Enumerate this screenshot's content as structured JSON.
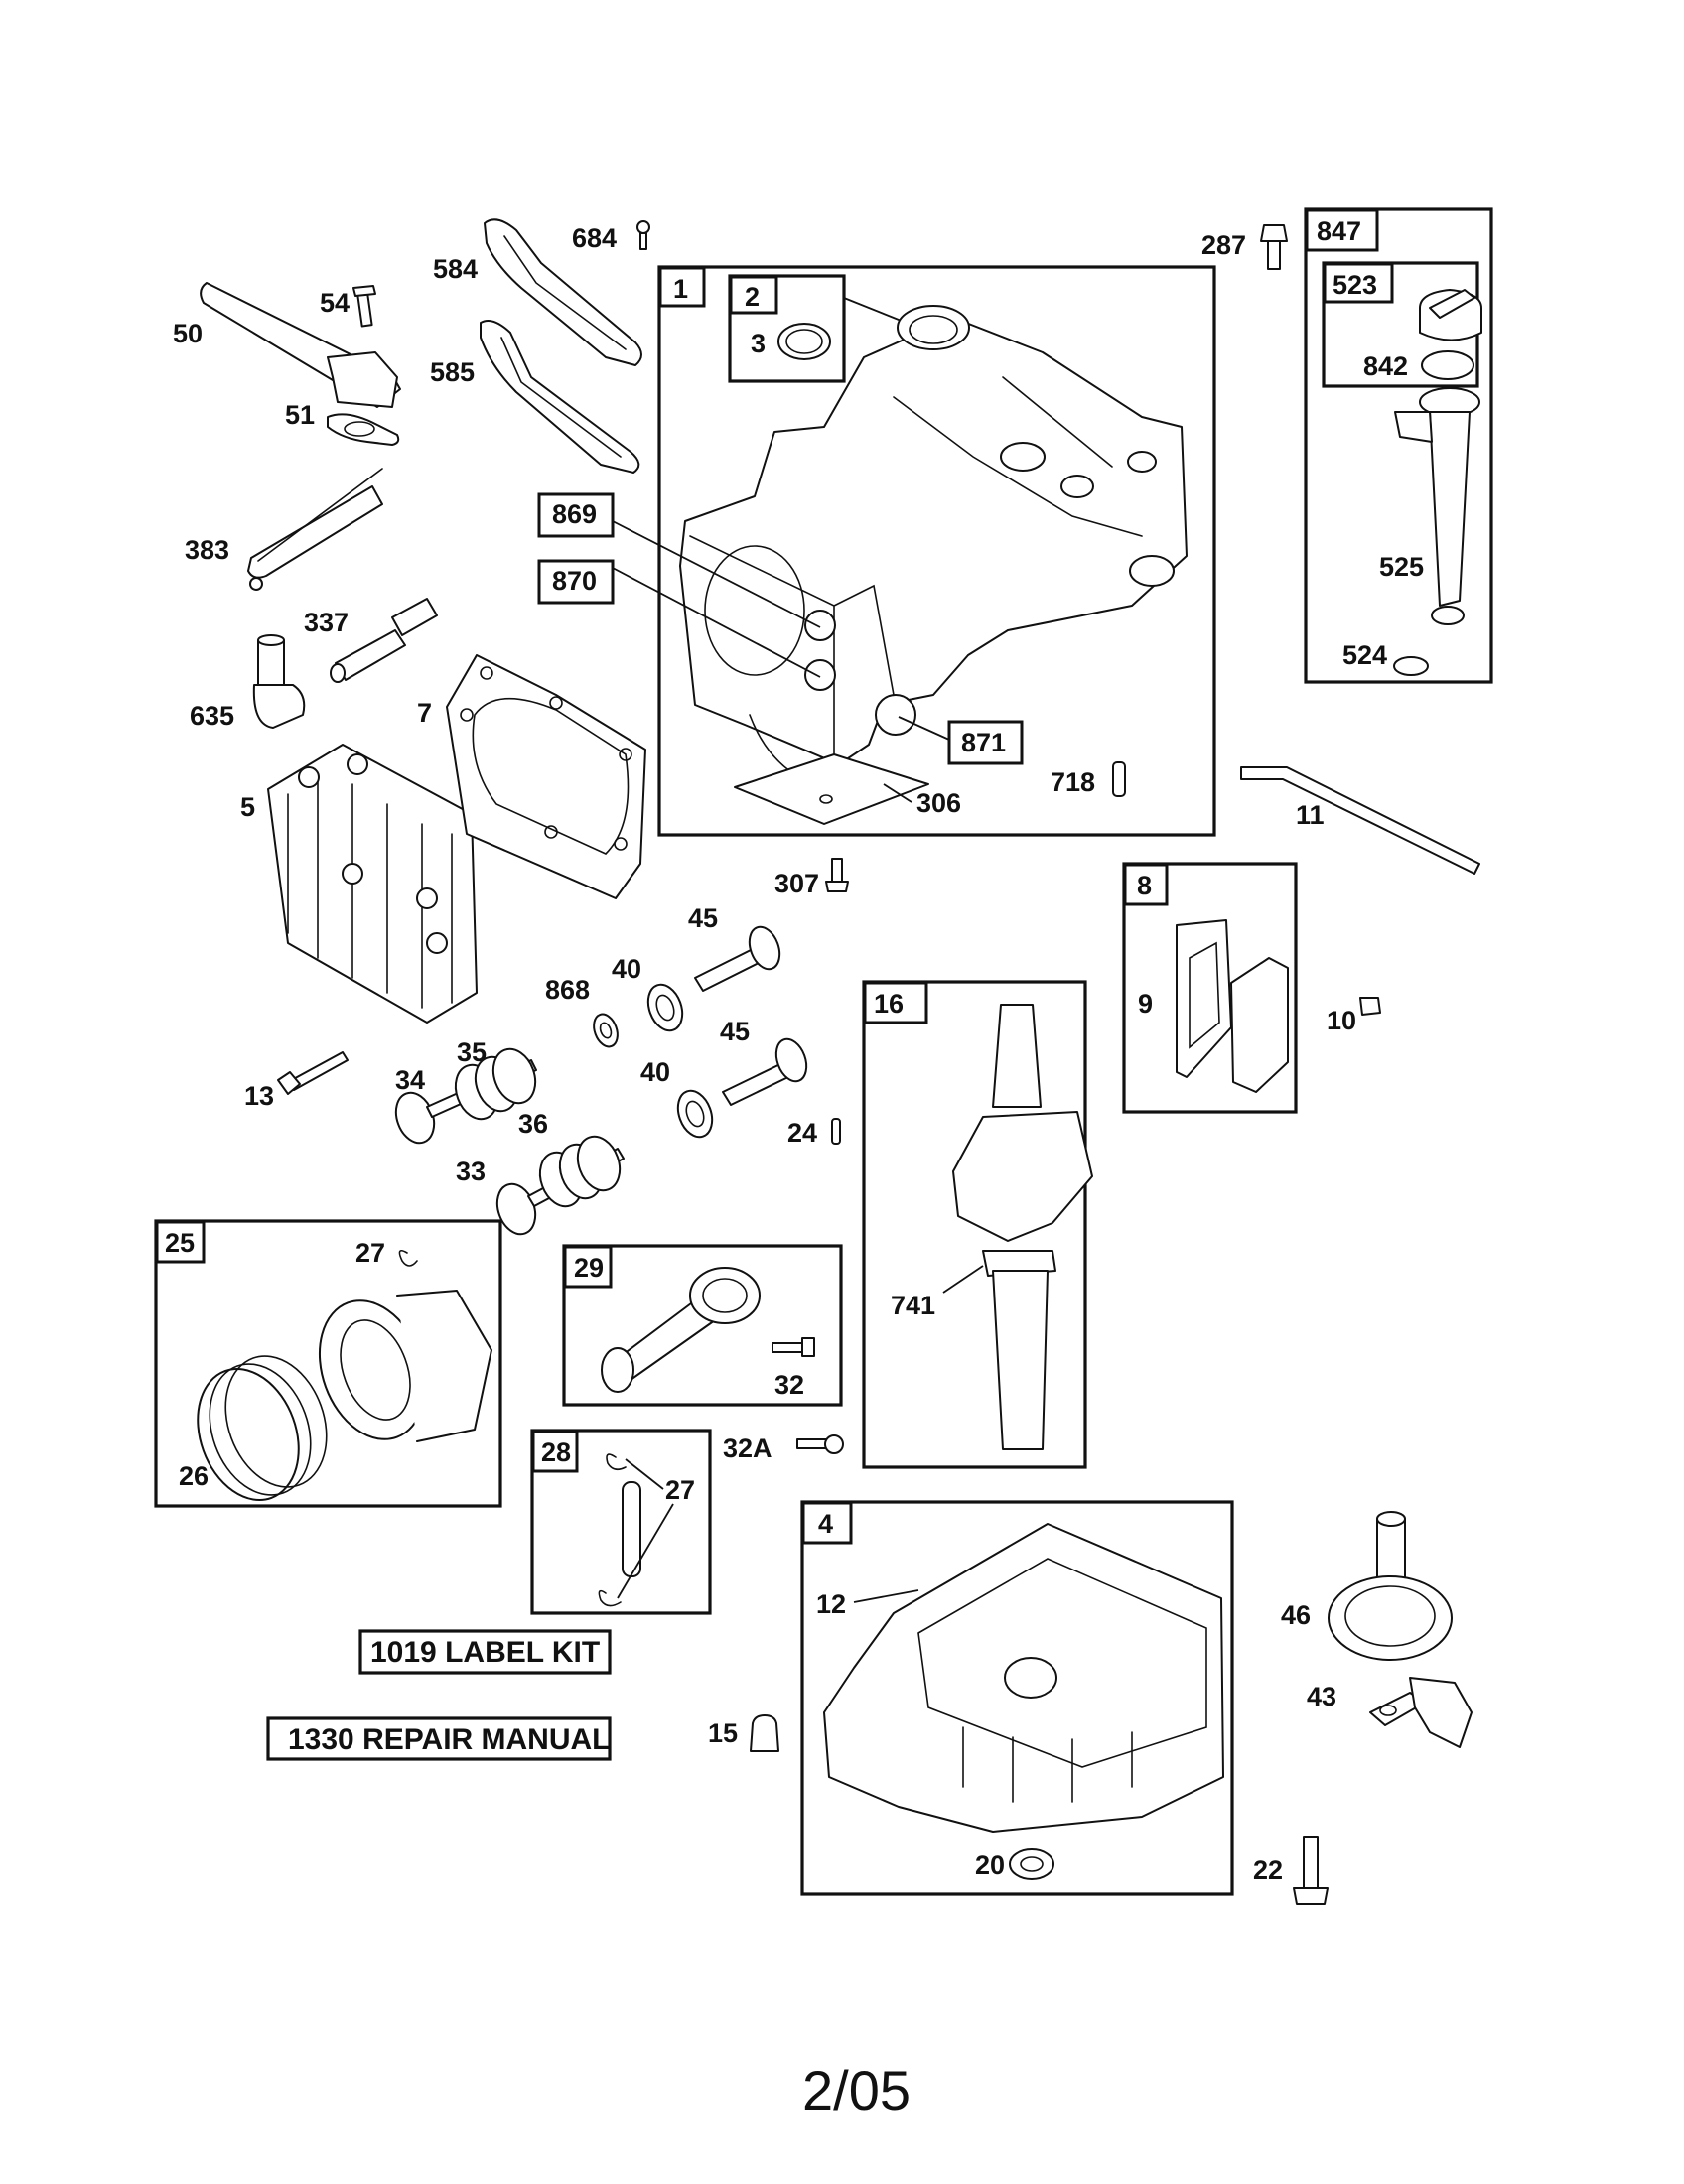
{
  "document": {
    "type": "exploded-parts-diagram",
    "footer_date": "2/05"
  },
  "kits": {
    "label_kit": "1019 LABEL KIT",
    "repair_manual": "1330 REPAIR MANUAL"
  },
  "groups": {
    "g1": {
      "number": "1",
      "members": [
        "2",
        "3",
        "869",
        "870",
        "871",
        "306"
      ]
    },
    "g2": {
      "number": "2",
      "members": [
        "3"
      ]
    },
    "g847": {
      "number": "847",
      "members": [
        "523",
        "842",
        "525",
        "524"
      ]
    },
    "g523": {
      "number": "523",
      "members": [
        "842"
      ]
    },
    "g8": {
      "number": "8",
      "members": [
        "9"
      ]
    },
    "g16": {
      "number": "16",
      "members": [
        "741"
      ]
    },
    "g25": {
      "number": "25",
      "members": [
        "27",
        "26"
      ]
    },
    "g29": {
      "number": "29",
      "members": [
        "32"
      ]
    },
    "g28": {
      "number": "28",
      "members": [
        "27"
      ]
    },
    "g4": {
      "number": "4",
      "members": [
        "12",
        "20"
      ]
    }
  },
  "boxed_callouts": {
    "p869": "869",
    "p870": "870",
    "p871": "871"
  },
  "callouts": {
    "p684": "684",
    "p584": "584",
    "p585": "585",
    "p54": "54",
    "p50": "50",
    "p51": "51",
    "p383": "383",
    "p337": "337",
    "p635": "635",
    "p7": "7",
    "p5": "5",
    "p3": "3",
    "p306": "306",
    "p718": "718",
    "p287": "287",
    "p842": "842",
    "p525": "525",
    "p524": "524",
    "p11": "11",
    "p307": "307",
    "p45a": "45",
    "p45b": "45",
    "p40a": "40",
    "p40b": "40",
    "p868": "868",
    "p35": "35",
    "p34": "34",
    "p36": "36",
    "p33": "33",
    "p13": "13",
    "p24": "24",
    "p9": "9",
    "p10": "10",
    "p741": "741",
    "p27a": "27",
    "p26": "26",
    "p32": "32",
    "p32A": "32A",
    "p27b": "27",
    "p12": "12",
    "p15": "15",
    "p20": "20",
    "p46": "46",
    "p43": "43",
    "p22": "22"
  }
}
